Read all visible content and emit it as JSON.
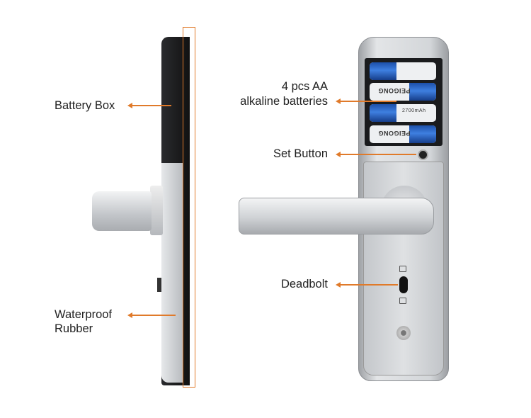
{
  "labels": {
    "battery_box": "Battery Box",
    "waterproof_line1": "Waterproof",
    "waterproof_line2": "Rubber",
    "batteries_line1": "4 pcs AA",
    "batteries_line2": "alkaline batteries",
    "set_button": "Set Button",
    "deadbolt": "Deadbolt"
  },
  "product_lettering": {
    "battery_brand": "PEIGONG",
    "battery_capacity": "2700mAh"
  },
  "colors": {
    "accent": "#e07a2a",
    "silver": "#c9ccd0",
    "dark_body": "#1e1f22"
  }
}
